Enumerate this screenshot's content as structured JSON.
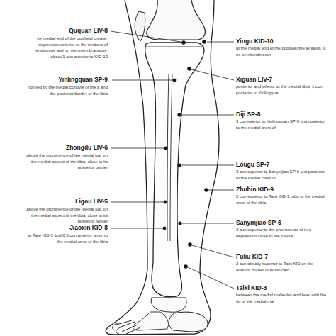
{
  "diagram": {
    "labels": [
      "Ququan LIV-8",
      "he medial end of the popliteal crease, depression anterior to the tendons of endinosus and m. semimembranosus, about 1 cun anterior to KID-10",
      "Yinlingquan SP-9",
      "formed by the medial condyle of the a and the posterior border of the tibia",
      "Zhongdu LIV-6",
      "above the prominence of the medial lus, on the medial aspect of the tibia, close to its posterior border",
      "Ligou LIV-5",
      "above the prominence of the medial lus, on the medial aspect of the tibia, close to its posterior border",
      "Jiaoxin KID-8",
      "to Taixi KID-3 and 0.5 cun anterior terior to the medial crest of the tibia",
      "Yingu KID-10",
      "at the medial end of the popliteal the tendons of m. semitendinosus",
      "Xiguan LIV-7",
      "posterior and inferior to the medial tibia, 1 cun posterior to Yinlingqua",
      "Diji SP-8",
      "3 cun inferior to Yinlingquan SP-9 just posterior to the medial crest of",
      "Lougu SP-7",
      "3 cun superior to Sanyinjiao SP-6 just posterior to the medial crest of",
      "Zhubin KID-9",
      "5 cun superior to Taixi KID-3, abo to the medial crest of the tibia",
      "Sanyinjiao SP-6",
      "3 cun superior to the prominence of in a depression close to the medial",
      "Fuliu KID-7",
      "2 cun directly superior to Taixi KID on the anterior border of tendo calc",
      "Taixi KID-3",
      "between the medial malleolus and level with the tip of the medial mal"
    ]
  }
}
